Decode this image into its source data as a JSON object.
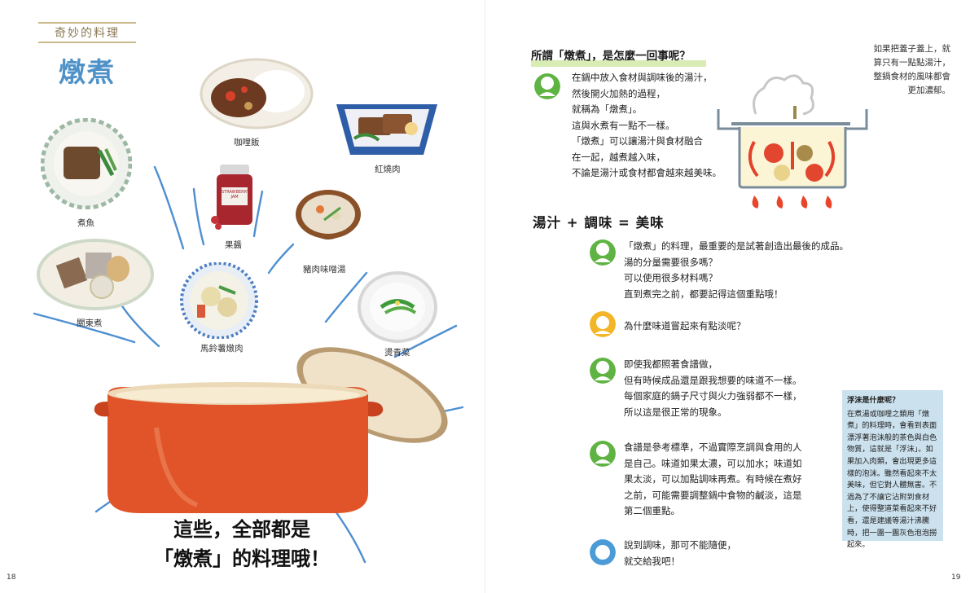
{
  "left_page": {
    "section_label": "奇妙的料理",
    "title": "燉煮",
    "dishes": {
      "curry": "咖哩飯",
      "braised_pork": "紅燒肉",
      "simmered_fish": "煮魚",
      "jam": "果醬",
      "jam_jar_label": "STRAWBERRY JAM",
      "miso_soup": "豬肉味噌湯",
      "oden": "關東煮",
      "nikujaga": "馬鈴薯燉肉",
      "boiled_greens": "燙青菜"
    },
    "caption_line1": "這些，全部都是",
    "caption_line2": "「燉煮」的料理哦！",
    "page_number": "18"
  },
  "right_page": {
    "heading": "所謂「燉煮」，是怎麼一回事呢？",
    "intro_lines": [
      "在鍋中放入食材與調味後的湯汁，",
      "然後開火加熱的過程，",
      "就稱為「燉煮」。",
      "這與水煮有一點不一樣。",
      "「燉煮」可以讓湯汁與食材融合",
      "在一起，越煮越入味，",
      "不論是湯汁或食材都會越來越美味。"
    ],
    "side_note_lines": [
      "如果把蓋子蓋上，就",
      "算只有一點點湯汁，",
      "整鍋食材的風味都會",
      "更加濃郁。"
    ],
    "formula": "湯汁 + 調味 = 美味",
    "block1_lines": [
      "「燉煮」的料理，最重要的是試著創造出最後的成品。",
      "湯的分量需要很多嗎？",
      "可以使用很多材料嗎？",
      "直到煮完之前，都要記得這個重點哦！"
    ],
    "question": "為什麼味道嘗起來有點淡呢？",
    "block2_lines": [
      "即使我都照著食譜做，",
      "但有時候成品還是跟我想要的味道不一樣。",
      "每個家庭的鍋子尺寸與火力強弱都不一樣，",
      "所以這是很正常的現象。"
    ],
    "block3_lines": [
      "食譜是參考標準，不過實際烹調與食用的人",
      "是自己。味道如果太濃，可以加水；味道如",
      "果太淡，可以加點調味再煮。有時候在煮好",
      "之前，可能需要調整鍋中食物的鹹淡，這是",
      "第二個重點。"
    ],
    "block4_lines": [
      "說到調味，那可不能隨便，",
      "就交給我吧！"
    ],
    "sidebar": {
      "title": "浮沫是什麼呢？",
      "lines": [
        "在煮湯或咖哩之類用「燉",
        "煮」的料理時，會看到表面",
        "漂浮著泡沫般的茶色與白色",
        "物質，這就是「浮沫」。如",
        "果加入肉類，會出現更多這",
        "樣的泡沫。雖然看起來不太",
        "美味，但它對人體無害。不",
        "過為了不讓它沾附到食材",
        "上，使得整道菜看起來不好",
        "看，還是建議等湯汁沸騰",
        "時，把一團一團灰色泡泡撈",
        "起來。"
      ]
    },
    "page_number": "19"
  },
  "colors": {
    "title_blue": "#4f92c8",
    "highlight_green": "#d8ecb4",
    "sidebar_blue": "#cbe1ee",
    "pot_orange": "#e1542a"
  }
}
